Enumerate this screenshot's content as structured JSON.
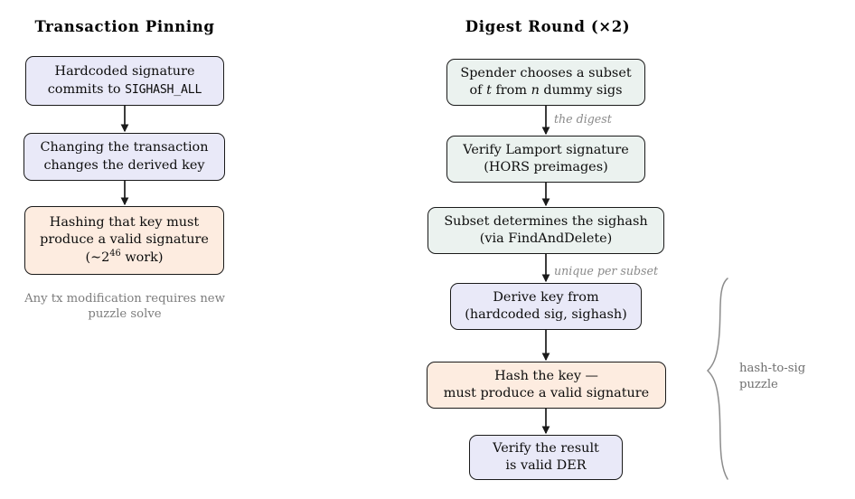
{
  "figure": {
    "columns": [
      {
        "id": "transaction-pinning",
        "title": "Transaction Pinning",
        "nodes": [
          {
            "id": "hardcoded-signature",
            "lines": [
              "Hardcoded signature",
              "commits to SIGHASH_ALL"
            ],
            "mono_token": "SIGHASH_ALL",
            "fill": "#e9e9f8"
          },
          {
            "id": "changing-transaction",
            "lines": [
              "Changing the transaction",
              "changes the derived key"
            ],
            "fill": "#e9e9f8"
          },
          {
            "id": "hashing-that-key",
            "lines": [
              "Hashing that key must",
              "produce a valid signature",
              "(∼2^46 work)"
            ],
            "exponent_base": "(∼2",
            "exponent": "46",
            "exponent_tail": " work)",
            "fill": "#fdece0"
          }
        ],
        "caption": [
          "Any tx modification",
          "requires new puzzle solve"
        ]
      },
      {
        "id": "digest-round",
        "title": "Digest Round (×2)",
        "nodes": [
          {
            "id": "spender-chooses-subset",
            "lines": [
              "Spender chooses a subset",
              "of t from n dummy sigs"
            ],
            "italic_tokens": [
              "t",
              "n"
            ],
            "fill": "#ebf2ef"
          },
          {
            "id": "verify-lamport-signature",
            "lines": [
              "Verify Lamport signature",
              "(HORS preimages)"
            ],
            "fill": "#ebf2ef"
          },
          {
            "id": "subset-determines-sighash",
            "lines": [
              "Subset determines the sighash",
              "(via FindAndDelete)"
            ],
            "fill": "#ebf2ef"
          },
          {
            "id": "derive-key-from",
            "lines": [
              "Derive key from",
              "(hardcoded sig, sighash)"
            ],
            "fill": "#e9e9f8"
          },
          {
            "id": "hash-the-key",
            "lines": [
              "Hash the key —",
              "must produce a valid signature"
            ],
            "fill": "#fdece0"
          },
          {
            "id": "verify-the-result",
            "lines": [
              "Verify the result",
              "is valid DER"
            ],
            "fill": "#e9e9f8"
          }
        ],
        "edge_labels": [
          "the digest",
          "unique per subset"
        ],
        "brace_label": [
          "hash-to-sig",
          "puzzle"
        ]
      }
    ],
    "colors": {
      "lavender_fill": "#e9e9f8",
      "mint_fill": "#ebf2ef",
      "peach_fill": "#fdece0",
      "node_border": "#1a1a1a",
      "arrow": "#1a1a1a",
      "muted_text": "#7d7d7d",
      "brace": "#8c8c8c",
      "background": "#ffffff"
    }
  }
}
